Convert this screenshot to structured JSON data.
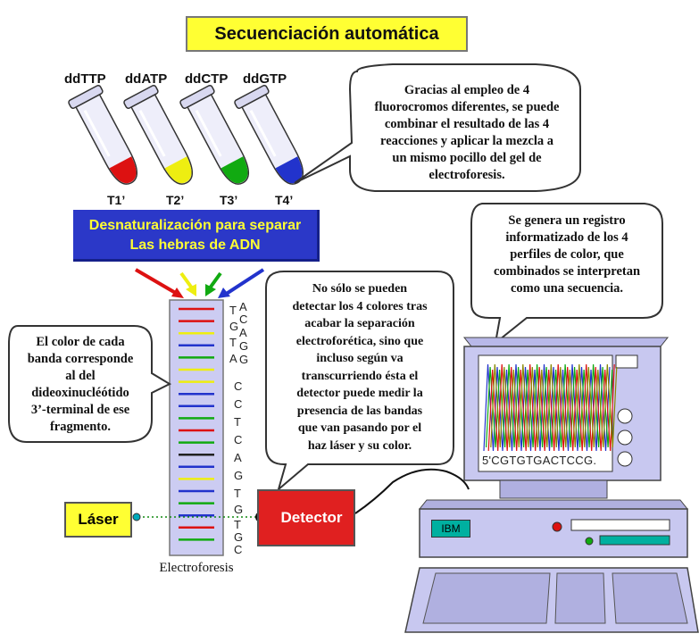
{
  "title": "Secuenciación automática",
  "tubes": [
    {
      "label": "ddTTP",
      "tag": "T1’",
      "fill": "#dd1111"
    },
    {
      "label": "ddATP",
      "tag": "T2’",
      "fill": "#eeee11"
    },
    {
      "label": "ddCTP",
      "tag": "T3’",
      "fill": "#11aa11"
    },
    {
      "label": "ddGTP",
      "tag": "T4’",
      "fill": "#2233cc"
    }
  ],
  "denaturation": {
    "line1": "Desnaturalización para separar",
    "line2": "Las hebras de ADN"
  },
  "bubbles": {
    "fluoro": [
      "Gracias al empleo de 4",
      "fluorocromos diferentes, se puede",
      "combinar el resultado de las 4",
      "reacciones y aplicar la mezcla a",
      "un mismo pocillo del gel de",
      "electroforesis."
    ],
    "registro": [
      "Se genera un registro",
      "informatizado de los 4",
      "perfiles de color, que",
      "combinados se interpretan",
      "como una secuencia."
    ],
    "color": [
      "El color de cada",
      "banda corresponde",
      "al del",
      "dideoxinucléótido",
      "3’-terminal de ese",
      "fragmento."
    ],
    "detector": [
      "No sólo se pueden",
      "detectar los 4 colores tras",
      "acabar la separación",
      "electroforética, sino que",
      "incluso según va",
      "transcurriendo ésta el",
      "detector puede medir la",
      "presencia de las bandas",
      "que van pasando por el",
      "haz láser y su color."
    ]
  },
  "sequence_left": [
    "T",
    "G",
    "T",
    "A"
  ],
  "sequence_right": [
    "A",
    "C",
    "A",
    "G",
    "G",
    "C",
    "C",
    "T",
    "C",
    "A",
    "G",
    "T",
    "G",
    "T",
    "G",
    "C"
  ],
  "bands": [
    "#dd1111",
    "#dd1111",
    "#eeee11",
    "#2233cc",
    "#11aa11",
    "#eeee11",
    "#eeee11",
    "#2233cc",
    "#2233cc",
    "#11aa11",
    "#dd1111",
    "#11aa11",
    "#222222",
    "#2233cc",
    "#eeee11",
    "#2233cc",
    "#11aa11",
    "#2233cc",
    "#dd1111",
    "#11aa11"
  ],
  "laser_label": "Láser",
  "detector_label": "Detector",
  "electro_label": "Electroforesis",
  "screen_sequence": "5'CGTGTGACTCCG.",
  "computer_brand": "IBM"
}
